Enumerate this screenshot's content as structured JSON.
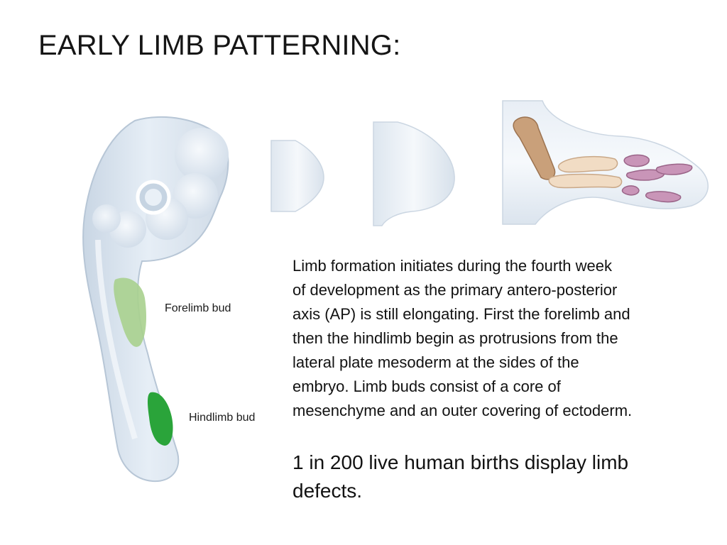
{
  "slide": {
    "title": "EARLY LIMB PATTERNING:",
    "labels": {
      "forelimb": "Forelimb bud",
      "hindlimb": "Hindlimb bud"
    },
    "paragraph_lines": [
      "Limb formation initiates during the fourth week",
      "of development as the primary antero-posterior",
      "axis (AP) is still elongating.  First the forelimb and",
      "then the hindlimb begin as protrusions from the",
      "lateral plate mesoderm at the sides of the",
      "embryo.  Limb buds consist of a core of",
      "mesenchyme and an outer covering of ectoderm."
    ],
    "stat_lines": [
      "1 in 200 live human births display limb",
      "defects."
    ]
  },
  "colors": {
    "background": "#ffffff",
    "embryo_fill": "#dfe8f2",
    "forelimb_bud": "#a9d08e",
    "hindlimb_bud": "#2aa43a",
    "bone_proximal": "#c9a07a",
    "bone_middle": "#f1dcc4",
    "bone_distal": "#c995b8"
  }
}
